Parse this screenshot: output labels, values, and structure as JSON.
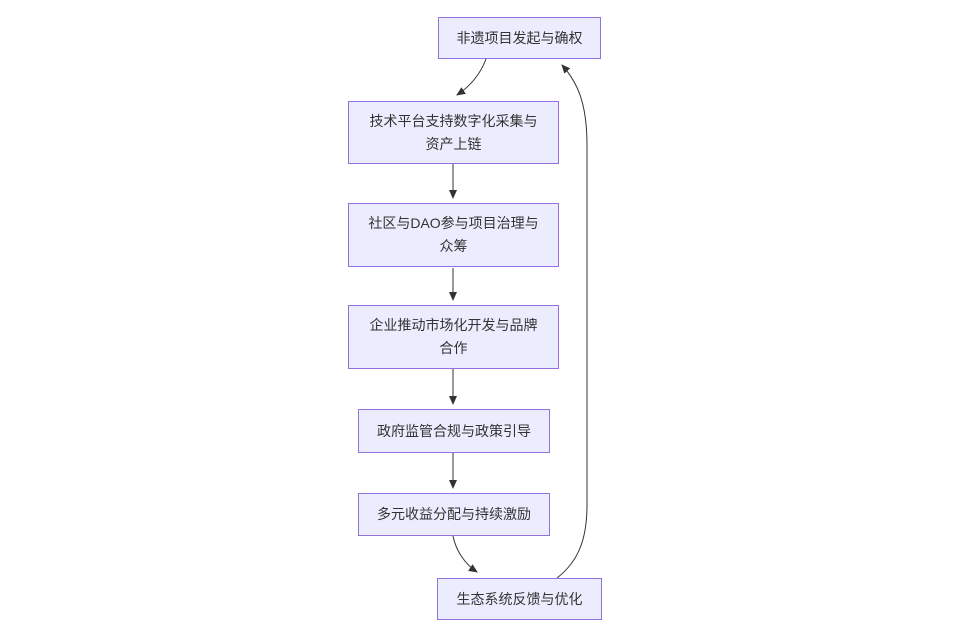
{
  "diagram": {
    "type": "flowchart",
    "direction": "top-down",
    "nodes": [
      {
        "id": "start",
        "lines": [
          "非遗项目发起与确权"
        ]
      },
      {
        "id": "tech",
        "lines": [
          "技术平台支持数字化采集与",
          "资产上链"
        ]
      },
      {
        "id": "dao",
        "lines": [
          "社区与DAO参与项目治理与",
          "众筹"
        ]
      },
      {
        "id": "enterprise",
        "lines": [
          "企业推动市场化开发与品牌",
          "合作"
        ]
      },
      {
        "id": "gov",
        "lines": [
          "政府监管合规与政策引导"
        ]
      },
      {
        "id": "revenue",
        "lines": [
          "多元收益分配与持续激励"
        ]
      },
      {
        "id": "eco",
        "lines": [
          "生态系统反馈与优化"
        ]
      }
    ],
    "edges": [
      {
        "from": "start",
        "to": "tech"
      },
      {
        "from": "tech",
        "to": "dao"
      },
      {
        "from": "dao",
        "to": "enterprise"
      },
      {
        "from": "enterprise",
        "to": "gov"
      },
      {
        "from": "gov",
        "to": "revenue"
      },
      {
        "from": "revenue",
        "to": "eco"
      },
      {
        "from": "eco",
        "to": "start",
        "note": "feedback-loop"
      }
    ],
    "colors": {
      "canvas_bg": "#ffffff",
      "node_fill": "#ECECFF",
      "node_border": "#9370DB",
      "edge_stroke": "#333333",
      "text": "#333333"
    }
  }
}
